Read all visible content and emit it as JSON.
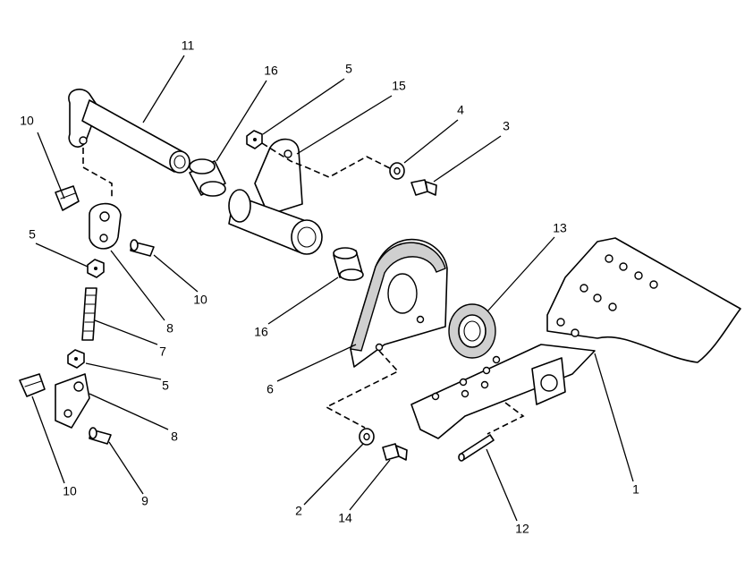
{
  "callouts": [
    {
      "id": "c11",
      "label": "11"
    },
    {
      "id": "c16a",
      "label": "16"
    },
    {
      "id": "c5a",
      "label": "5"
    },
    {
      "id": "c15",
      "label": "15"
    },
    {
      "id": "c4",
      "label": "4"
    },
    {
      "id": "c3",
      "label": "3"
    },
    {
      "id": "c10a",
      "label": "10"
    },
    {
      "id": "c5b",
      "label": "5"
    },
    {
      "id": "c10b",
      "label": "10"
    },
    {
      "id": "c8a",
      "label": "8"
    },
    {
      "id": "c7",
      "label": "7"
    },
    {
      "id": "c5c",
      "label": "5"
    },
    {
      "id": "c8b",
      "label": "8"
    },
    {
      "id": "c10c",
      "label": "10"
    },
    {
      "id": "c9",
      "label": "9"
    },
    {
      "id": "c16b",
      "label": "16"
    },
    {
      "id": "c6",
      "label": "6"
    },
    {
      "id": "c13",
      "label": "13"
    },
    {
      "id": "c2",
      "label": "2"
    },
    {
      "id": "c14",
      "label": "14"
    },
    {
      "id": "c12",
      "label": "12"
    },
    {
      "id": "c1",
      "label": "1"
    }
  ]
}
